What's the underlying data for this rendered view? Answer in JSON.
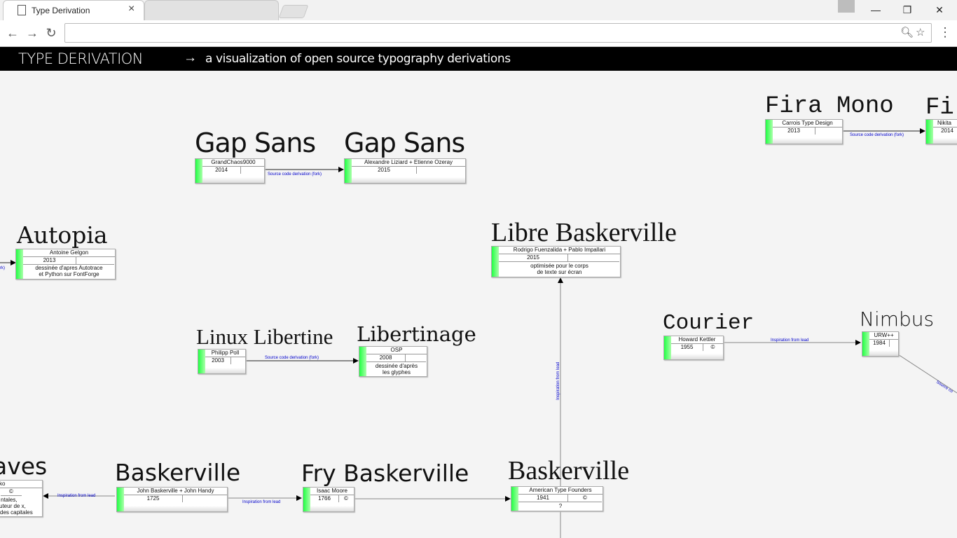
{
  "browser": {
    "tab_title": "Type Derivation",
    "address": "",
    "window_buttons": {
      "minimize": "—",
      "maximize": "❐",
      "close": "✕"
    }
  },
  "banner": {
    "title": "TYPE DERIVATION",
    "arrow": "→",
    "subtitle": "a visualization of open source typography derivations"
  },
  "nodes": {
    "gap_sans_1": {
      "name": "Gap Sans",
      "author": "GrandChaos9000",
      "year": "2014",
      "license": ""
    },
    "gap_sans_2": {
      "name": "Gap Sans",
      "author": "Alexandre Liziard + Etienne Ozeray",
      "year": "2015",
      "license": ""
    },
    "fira_mono": {
      "name": "Fira Mono",
      "author": "Carrois Type Design",
      "year": "2013",
      "license": ""
    },
    "fira_right": {
      "name": "Fi",
      "author": "Nikita",
      "year": "2014",
      "license": ""
    },
    "autopia": {
      "name": "Autopia",
      "author": "Antoine Gelgon",
      "year": "2013",
      "license": "",
      "note1": "dessinée d'apres Autotrace",
      "note2": "et Python sur FontForge"
    },
    "libre_baskerville": {
      "name": "Libre Baskerville",
      "author": "Rodrigo Fuenzalida + Pablo Impallari",
      "year": "2015",
      "license": "",
      "note1": "optimisée pour le corps",
      "note2": "de texte sur écran"
    },
    "linux_libertine": {
      "name": "Linux Libertine",
      "author": "Philipp Poll",
      "year": "2003",
      "license": ""
    },
    "libertinage": {
      "name": "Libertinage",
      "author": "OSP",
      "year": "2008",
      "license": "",
      "note1": "dessinée d'après",
      "note2": "les glyphes"
    },
    "courier": {
      "name": "Courier",
      "author": "Howard Kettler",
      "year": "1955",
      "license": "©"
    },
    "nimbus": {
      "name": "Nimbus",
      "author": "URW++",
      "year": "1984",
      "license": ""
    },
    "aves": {
      "name": "aves",
      "author": "ko",
      "year": "",
      "license": "©",
      "note1": "ntales,",
      "note2": "uteur de x,",
      "note3": "des capitales"
    },
    "baskerville": {
      "name": "Baskerville",
      "author": "John Baskerville + John Handy",
      "year": "1725",
      "license": ""
    },
    "fry_baskerville": {
      "name": "Fry Baskerville",
      "author": "Isaac Moore",
      "year": "1766",
      "license": "©"
    },
    "baskerville_atf": {
      "name": "Baskerville",
      "author": "American Type Founders",
      "year": "1941",
      "license": "©",
      "note1": "?"
    }
  },
  "edges": {
    "gap_fork": "Source code derivation (fork)",
    "fira_fork": "Source code derivation (fork)",
    "autopia_fork": "rk)",
    "libertine_fork": "Source code derivation (fork)",
    "courier_lead": "Inspiration from lead",
    "nimbus_source": "Source co",
    "baskerville_aves": "Inspiration from lead",
    "baskerville_fry": "Inspiration from lead",
    "atf_libre": "Inspiration from lead"
  }
}
